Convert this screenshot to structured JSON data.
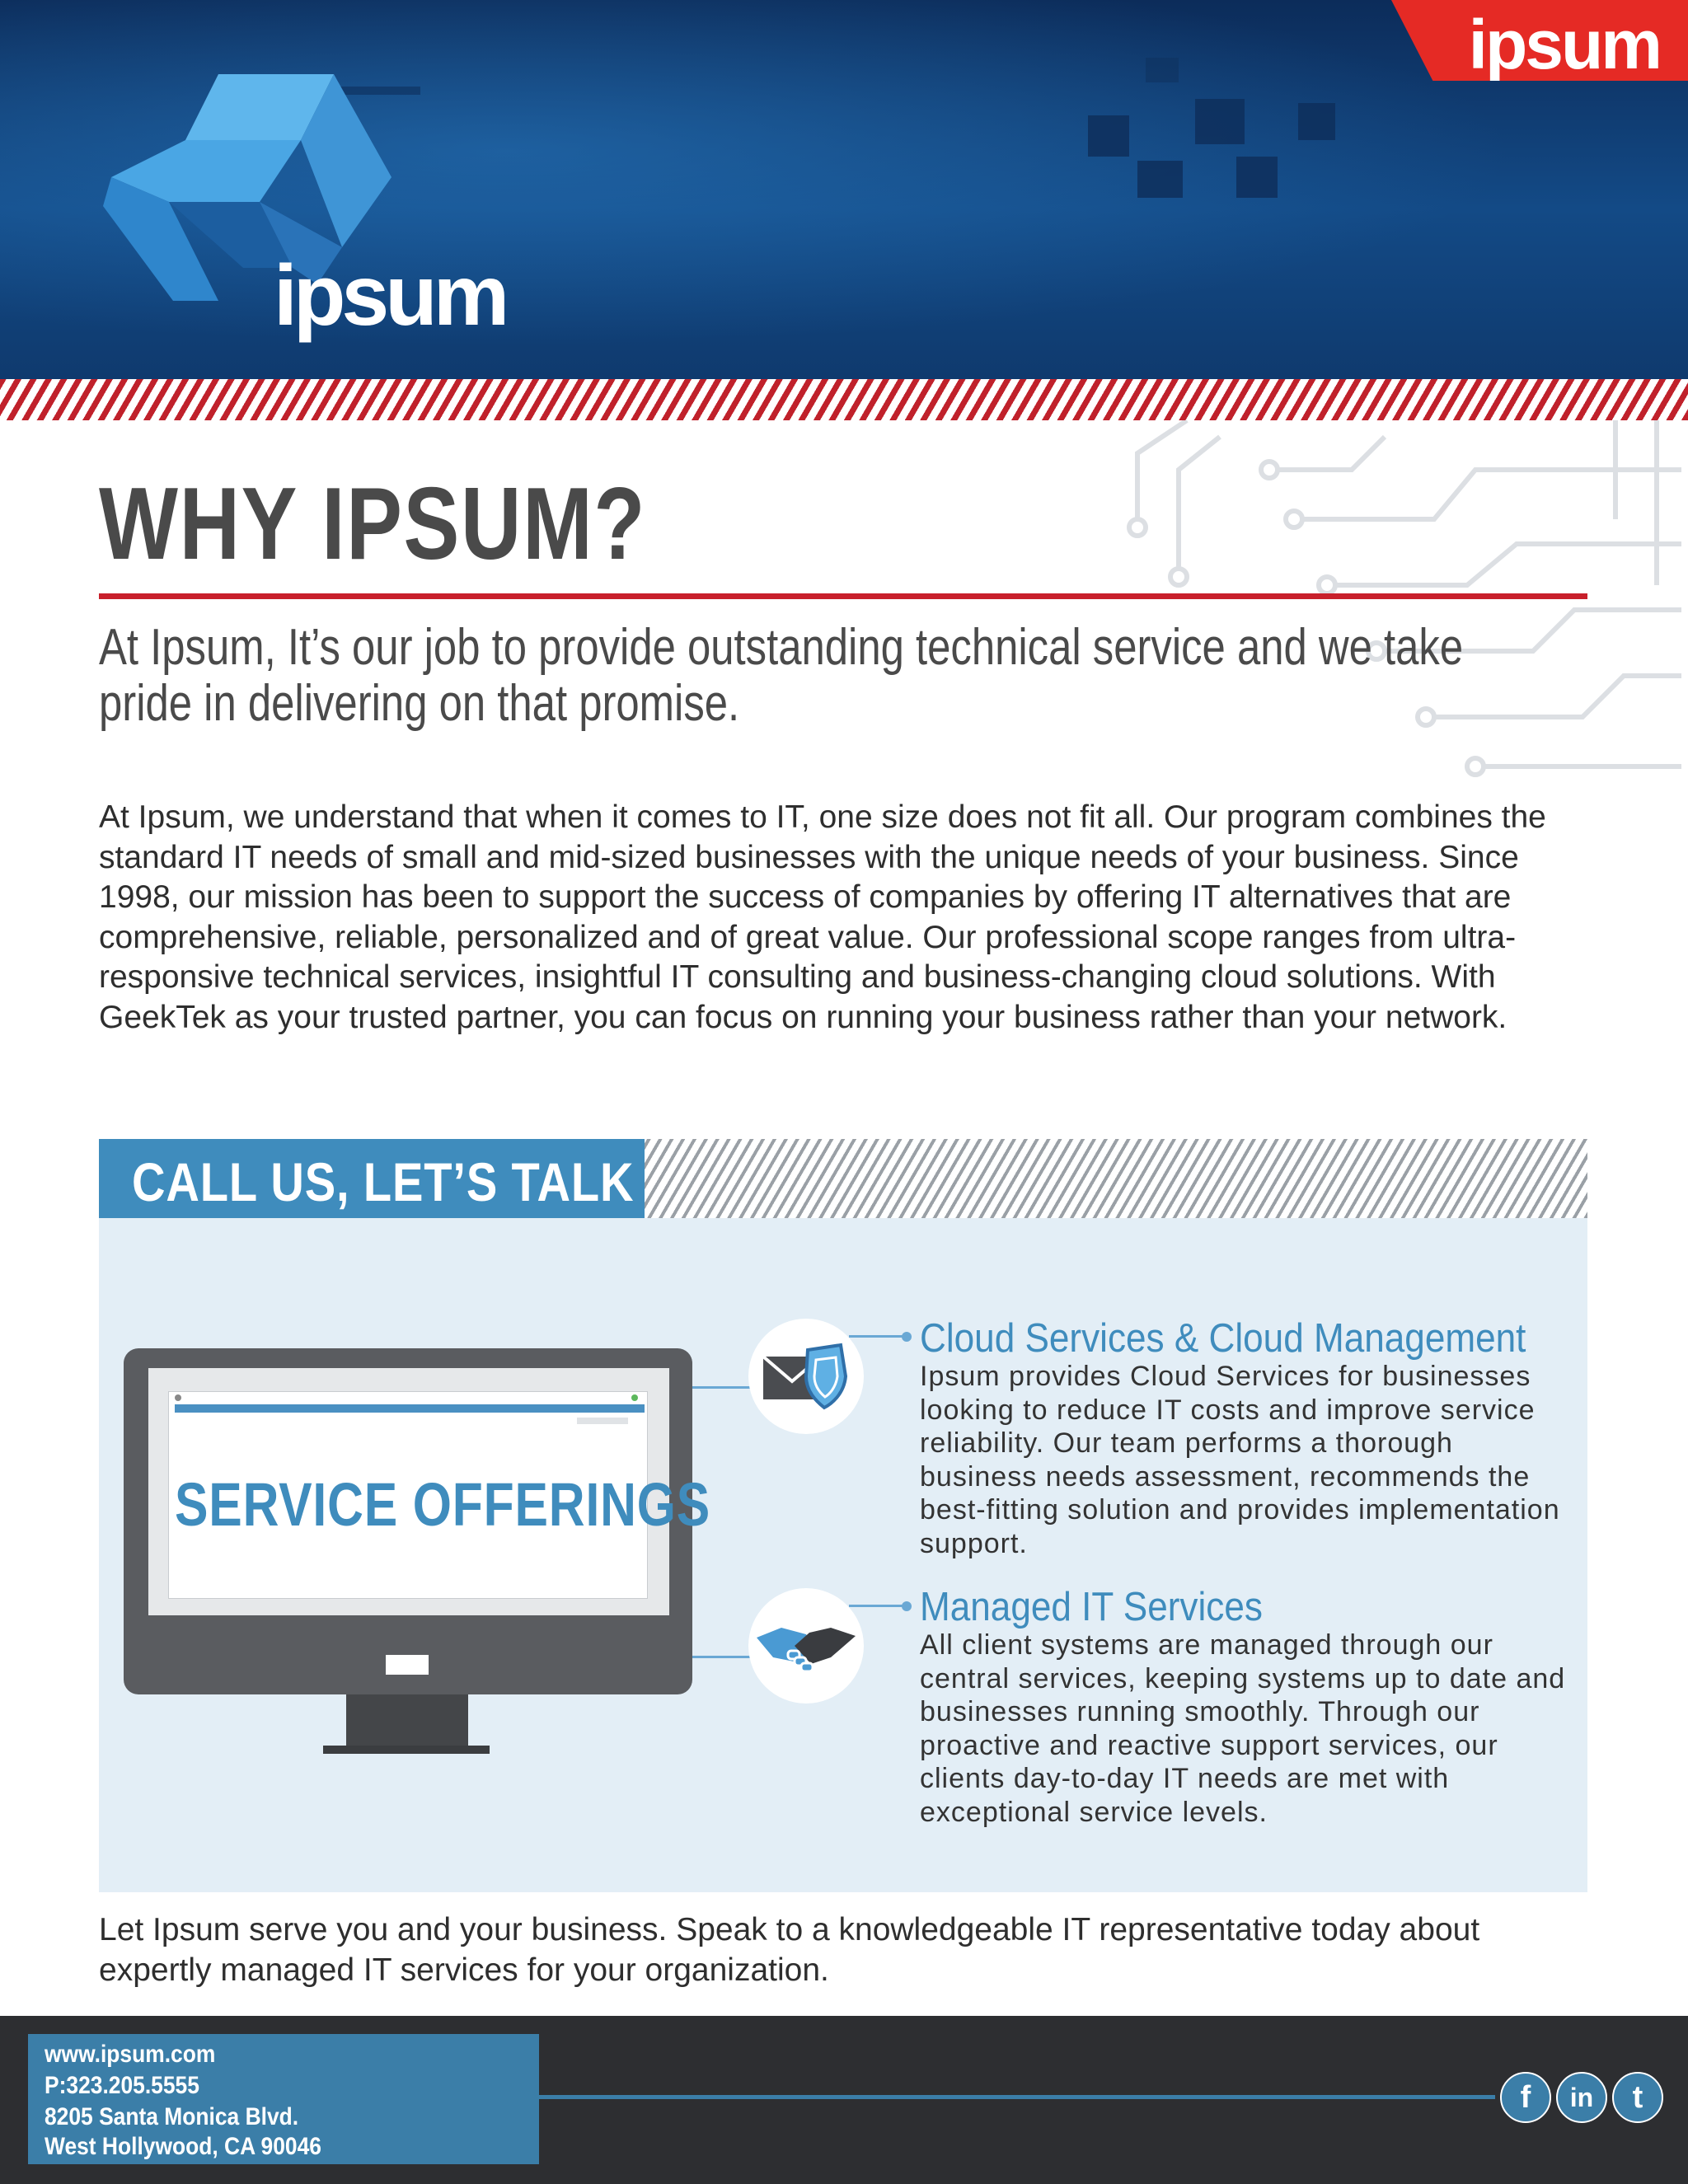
{
  "header": {
    "brand_tab": "ipsum",
    "logo_word": "ipsum"
  },
  "main": {
    "title": "WHY IPSUM?",
    "subtitle": "At Ipsum, It’s our job to provide outstanding technical service and we take pride in delivering on that promise.",
    "intro": "At Ipsum, we understand that when it comes to IT, one size does not fit all. Our program combines the standard IT needs of small and mid-sized businesses with the unique needs of your business. Since 1998, our mission has been to support the success of companies by offering IT alternatives that are comprehensive, reliable, personalized and of great value. Our professional scope ranges from ultra-responsive technical services, insightful IT consulting and business-changing cloud solutions.  With GeekTek as your trusted partner, you can focus on running your business rather than your network."
  },
  "call_section": {
    "banner": "CALL US, LET’S TALK IT",
    "monitor_text": "SERVICE OFFERINGS",
    "services": [
      {
        "title": "Cloud Services & Cloud Management",
        "description": "Ipsum provides Cloud Services for businesses looking to reduce IT costs and improve service reliability. Our team performs a thorough business needs assessment, recommends the best-fitting solution and provides implementation support.",
        "icon": "envelope-shield-icon"
      },
      {
        "title": "Managed IT Services",
        "description": "All client systems are managed through our central services, keeping systems up to date and businesses running smoothly. Through our proactive and reactive support services, our clients day-to-day IT needs are met with exceptional service levels.",
        "icon": "handshake-icon"
      }
    ]
  },
  "closing": "Let Ipsum serve you and your business. Speak to a knowledgeable IT representative today about expertly managed IT services for your organization.",
  "footer": {
    "website": "www.ipsum.com",
    "phone": "P:323.205.5555",
    "address_line1": "8205 Santa Monica Blvd.",
    "address_line2": "West Hollywood, CA 90046",
    "social": [
      "facebook-icon",
      "linkedin-icon",
      "twitter-icon"
    ]
  },
  "colors": {
    "accent_red": "#c8202b",
    "brand_blue": "#3f8cbd",
    "header_navy": "#0f3a6e",
    "panel_bg": "#e3eef6",
    "footer_bg": "#2d2e31"
  }
}
